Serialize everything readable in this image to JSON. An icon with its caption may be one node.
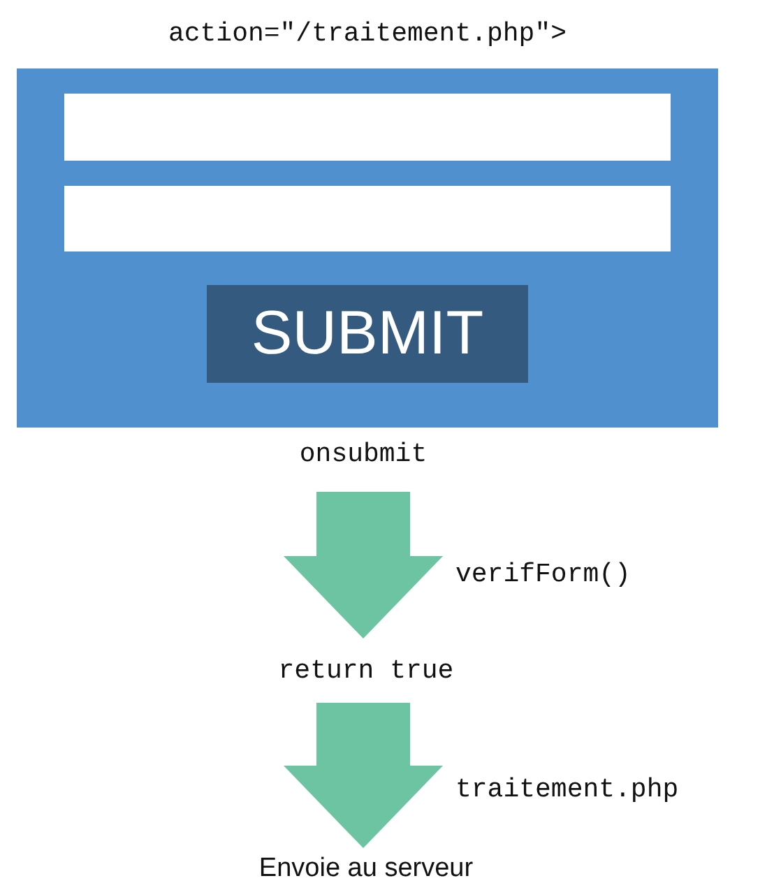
{
  "diagram": {
    "nodes": [
      {
        "text": [
          "action=\"/traitement.php\">"
        ]
      },
      {
        "text": [],
        "shape": "box",
        "in": 0
      },
      {
        "text": [],
        "shape": "box",
        "in": 0
      },
      {
        "text": [
          "SUBMIT"
        ],
        "in": 0
      },
      {
        "text": [
          "onsubmit"
        ]
      },
      {
        "text": [
          "return true"
        ]
      },
      {
        "text": [
          "Envoie au serveur"
        ]
      }
    ],
    "edges": [
      {
        "from": 4,
        "to": 5,
        "arrow": "to",
        "label": "verifForm()"
      },
      {
        "from": 5,
        "to": 6,
        "arrow": "to",
        "label": "traitement.php"
      }
    ]
  }
}
